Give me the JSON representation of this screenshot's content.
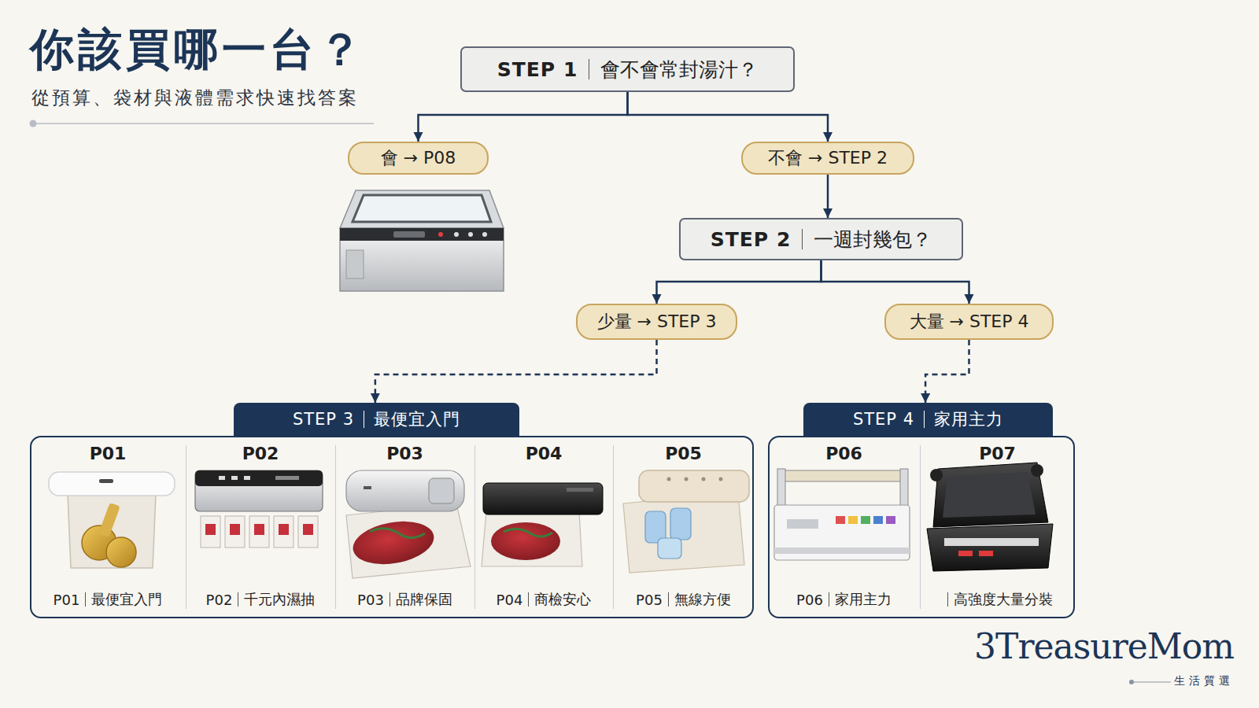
{
  "diagram": {
    "title": "你該買哪一台？",
    "caption": "從預算、袋材與液體需求快速找答案",
    "nodes": [
      {
        "text": [
          "STEP 1",
          "會不會常封湯汁？"
        ]
      },
      {
        "text": [
          "會 → P08"
        ]
      },
      {
        "text": [
          "不會 → STEP 2"
        ]
      },
      {
        "text": [
          "STEP 2",
          "一週封幾包？"
        ]
      },
      {
        "text": [
          "少量 → STEP 3"
        ]
      },
      {
        "text": [
          "大量 → STEP 4"
        ]
      },
      {
        "text": [
          "STEP 3",
          "最便宜入門"
        ]
      },
      {
        "text": [
          "P01",
          "P01",
          "最便宜入門"
        ],
        "in": 6
      },
      {
        "text": [
          "P02",
          "P02",
          "千元內濕抽"
        ],
        "in": 6
      },
      {
        "text": [
          "P03",
          "P03",
          "品牌保固"
        ],
        "in": 6
      },
      {
        "text": [
          "P04",
          "P04",
          "商檢安心"
        ],
        "in": 6
      },
      {
        "text": [
          "P05",
          "P05",
          "無線方便"
        ],
        "in": 6
      },
      {
        "text": [
          "STEP 4",
          "家用主力"
        ]
      },
      {
        "text": [
          "P06",
          "P06",
          "家用主力"
        ],
        "in": 12
      },
      {
        "text": [
          "P07",
          "高強度大量分裝"
        ],
        "in": 12
      }
    ],
    "edges": [
      {
        "from": 0,
        "to": 1,
        "arrow": "to"
      },
      {
        "from": 0,
        "to": 2,
        "arrow": "to"
      },
      {
        "from": 2,
        "to": 3,
        "arrow": "to"
      },
      {
        "from": 3,
        "to": 4,
        "arrow": "to"
      },
      {
        "from": 3,
        "to": 5,
        "arrow": "to"
      },
      {
        "from": 4,
        "to": 6,
        "arrow": "to"
      },
      {
        "from": 5,
        "to": 12,
        "arrow": "to"
      }
    ],
    "labels": [
      "3TreasureMom",
      "生活質選"
    ]
  }
}
